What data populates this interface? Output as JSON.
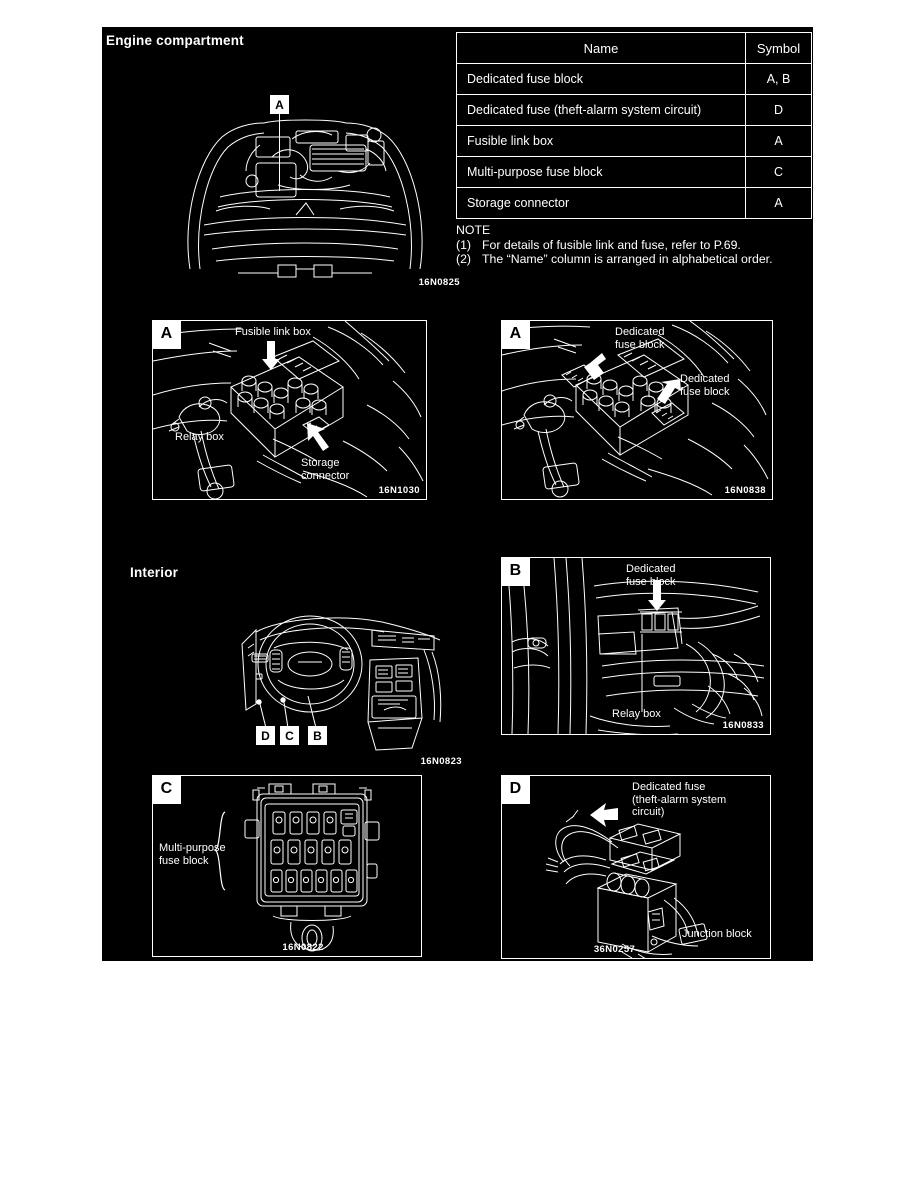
{
  "sections": {
    "engine_compartment_heading": "Engine compartment",
    "interior_heading": "Interior"
  },
  "reference_table": {
    "headers": [
      "Name",
      "Symbol"
    ],
    "rows": [
      {
        "name": "Dedicated fuse block",
        "symbol": "A, B"
      },
      {
        "name": "Dedicated fuse (theft-alarm system circuit)",
        "symbol": "D"
      },
      {
        "name": "Fusible link box",
        "symbol": "A"
      },
      {
        "name": "Multi-purpose fuse block",
        "symbol": "C"
      },
      {
        "name": "Storage connector",
        "symbol": "A"
      }
    ]
  },
  "note": {
    "title": "NOTE",
    "items": [
      {
        "num": "(1)",
        "text": "For details of fusible link and fuse, refer to P.69."
      },
      {
        "num": "(2)",
        "text": "The “Name” column is arranged in alphabetical order."
      }
    ]
  },
  "figures": {
    "engine_overview": {
      "id": "16N0825",
      "callouts": [
        {
          "label": "A"
        }
      ]
    },
    "panel_a_left": {
      "badge": "A",
      "id": "16N1030",
      "captions": [
        {
          "text": "Fusible link box"
        },
        {
          "text": "Relay box"
        },
        {
          "text": "Storage\nconnector"
        }
      ]
    },
    "panel_a_right": {
      "badge": "A",
      "id": "16N0838",
      "captions": [
        {
          "text": "Dedicated\nfuse block"
        },
        {
          "text": "Dedicated\nfuse block"
        }
      ]
    },
    "interior_overview": {
      "id": "16N0823",
      "callouts": [
        {
          "label": "D"
        },
        {
          "label": "C"
        },
        {
          "label": "B"
        }
      ]
    },
    "panel_b": {
      "badge": "B",
      "id": "16N0833",
      "captions": [
        {
          "text": "Dedicated\nfuse block"
        },
        {
          "text": "Relay box"
        }
      ]
    },
    "panel_c": {
      "badge": "C",
      "id": "16N0822",
      "captions": [
        {
          "text": "Multi-purpose\nfuse block"
        }
      ]
    },
    "panel_d": {
      "badge": "D",
      "id": "36N0257",
      "captions": [
        {
          "text": "Dedicated fuse\n(theft-alarm system\ncircuit)"
        },
        {
          "text": "Junction block"
        }
      ]
    }
  }
}
